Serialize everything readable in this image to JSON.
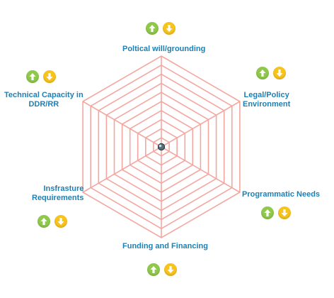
{
  "chart_data": {
    "type": "radar",
    "axes": [
      {
        "label": "Poltical will/grounding"
      },
      {
        "label": "Legal/Policy\nEnvironment"
      },
      {
        "label": "Programmatic Needs"
      },
      {
        "label": "Funding and Financing"
      },
      {
        "label": "Insfrasture\nRequirements"
      },
      {
        "label": "Technical Capacity in\nDDR/RR"
      }
    ],
    "rings": 10,
    "values": [
      0,
      0,
      0,
      0,
      0,
      0
    ],
    "colors": {
      "grid": "#f4a7a0",
      "label": "#1f7fb3",
      "up": "#8fc84a",
      "down": "#f7c31d"
    }
  },
  "controls": {
    "up_icon": "arrow-up-icon",
    "down_icon": "arrow-down-icon"
  }
}
